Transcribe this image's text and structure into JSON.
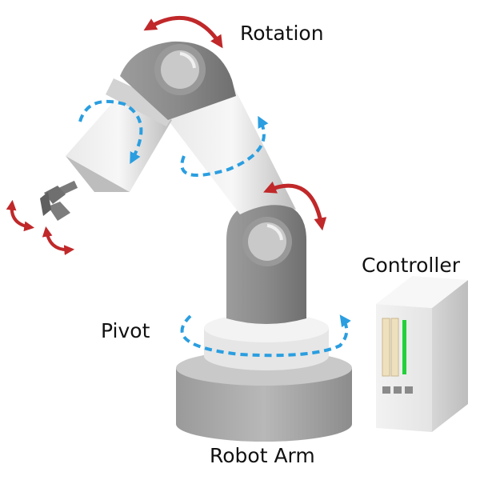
{
  "labels": {
    "rotation": "Rotation",
    "controller": "Controller",
    "pivot": "Pivot",
    "robot_arm": "Robot Arm"
  },
  "colors": {
    "rotation_arrow": "#c0282a",
    "rotation_dashed_arrow": "#2a9ee0",
    "controller_indicator": "#22d13a",
    "arm_body": "#dedede",
    "joint": "#8c8c8c",
    "base": "#a9a9a9"
  },
  "icons": {
    "rotation_arrow": "double-headed-curved-arrow-icon",
    "dashed_rotation": "dashed-circular-arrow-icon"
  }
}
